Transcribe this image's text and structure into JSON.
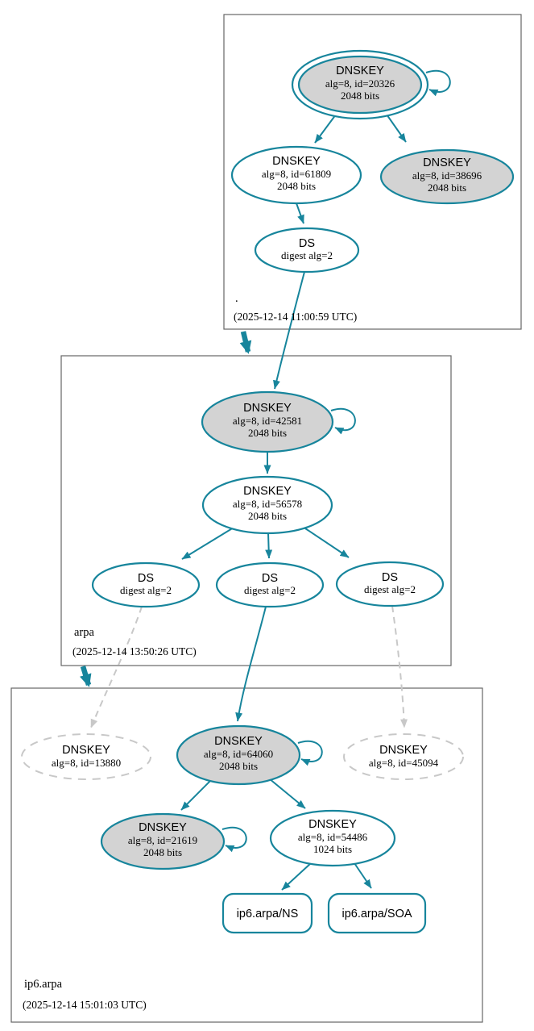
{
  "diagram_type": "dnssec-authentication-chain",
  "colors": {
    "edge_teal": "#17859c",
    "node_fill_gray": "#d3d3d3",
    "node_fill_white": "#ffffff",
    "insecure_gray": "#c8c8c8",
    "zone_box_border": "#666666",
    "text": "#000000"
  },
  "zones": [
    {
      "label": ".",
      "timestamp": "(2025-12-14 11:00:59 UTC)"
    },
    {
      "label": "arpa",
      "timestamp": "(2025-12-14 13:50:26 UTC)"
    },
    {
      "label": "ip6.arpa",
      "timestamp": "(2025-12-14 15:01:03 UTC)"
    }
  ],
  "nodes": {
    "root_ksk_20326": {
      "title": "DNSKEY",
      "attrs": "alg=8, id=20326",
      "bits": "2048 bits"
    },
    "root_zsk_61809": {
      "title": "DNSKEY",
      "attrs": "alg=8, id=61809",
      "bits": "2048 bits"
    },
    "root_key_38696": {
      "title": "DNSKEY",
      "attrs": "alg=8, id=38696",
      "bits": "2048 bits"
    },
    "root_ds": {
      "title": "DS",
      "attrs": "digest alg=2"
    },
    "arpa_ksk_42581": {
      "title": "DNSKEY",
      "attrs": "alg=8, id=42581",
      "bits": "2048 bits"
    },
    "arpa_zsk_56578": {
      "title": "DNSKEY",
      "attrs": "alg=8, id=56578",
      "bits": "2048 bits"
    },
    "arpa_ds_1": {
      "title": "DS",
      "attrs": "digest alg=2"
    },
    "arpa_ds_2": {
      "title": "DS",
      "attrs": "digest alg=2"
    },
    "arpa_ds_3": {
      "title": "DS",
      "attrs": "digest alg=2"
    },
    "ip6_key_13880": {
      "title": "DNSKEY",
      "attrs": "alg=8, id=13880"
    },
    "ip6_ksk_64060": {
      "title": "DNSKEY",
      "attrs": "alg=8, id=64060",
      "bits": "2048 bits"
    },
    "ip6_key_45094": {
      "title": "DNSKEY",
      "attrs": "alg=8, id=45094"
    },
    "ip6_ksk_21619": {
      "title": "DNSKEY",
      "attrs": "alg=8, id=21619",
      "bits": "2048 bits"
    },
    "ip6_zsk_54486": {
      "title": "DNSKEY",
      "attrs": "alg=8, id=54486",
      "bits": "1024 bits"
    },
    "ip6_ns_rrset": {
      "label": "ip6.arpa/NS"
    },
    "ip6_soa_rrset": {
      "label": "ip6.arpa/SOA"
    }
  }
}
